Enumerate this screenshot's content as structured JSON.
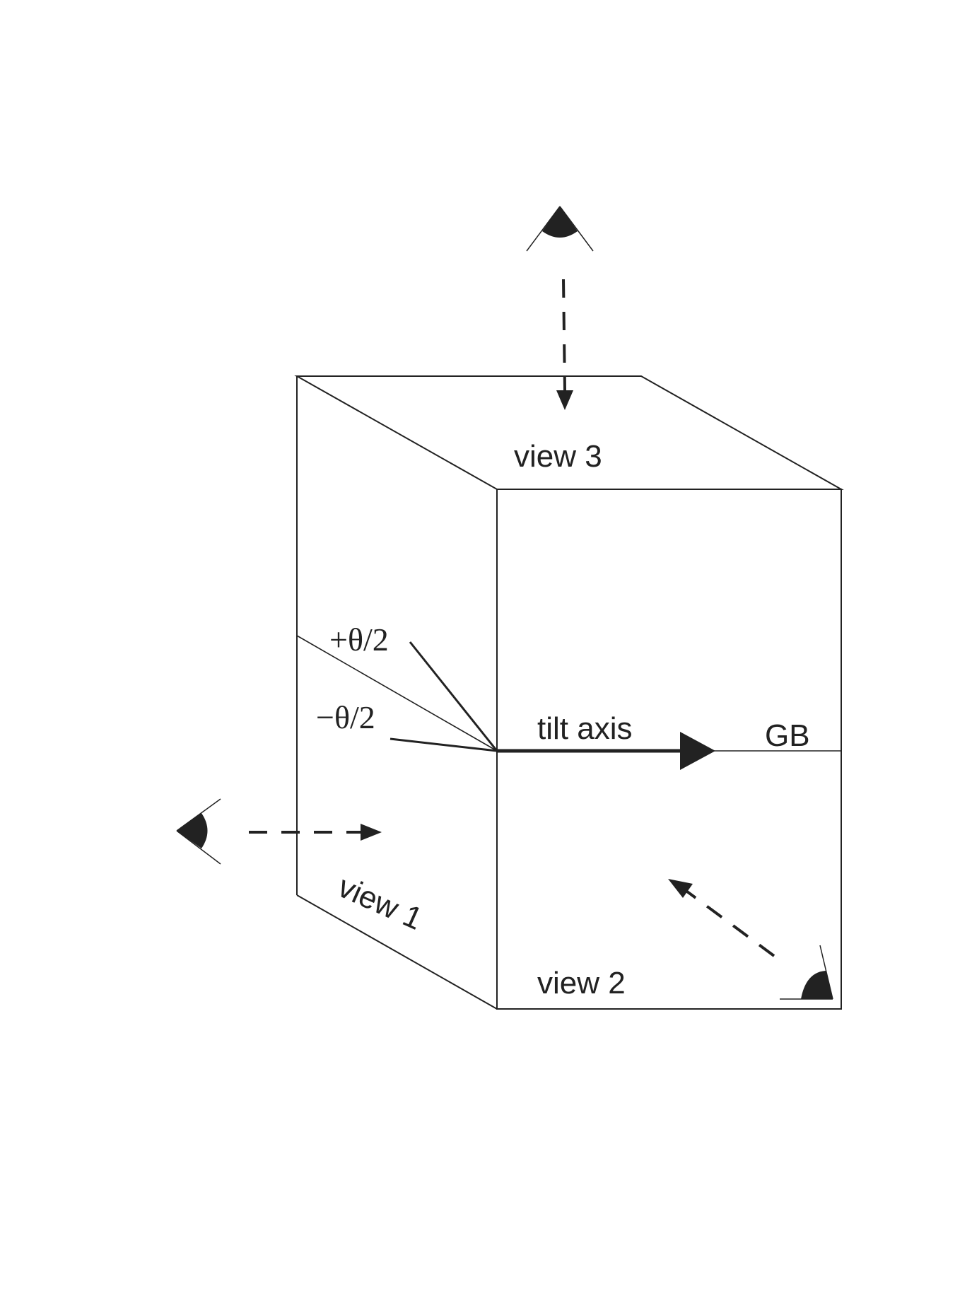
{
  "diagram": {
    "labels": {
      "view1": "view 1",
      "view2": "view 2",
      "view3": "view 3",
      "tilt_axis": "tilt axis",
      "gb": "GB",
      "plus_theta": "+θ/2",
      "minus_theta": "−θ/2"
    },
    "icons": {
      "observer_view1": "eye-icon",
      "observer_view2": "eye-icon",
      "observer_view3": "eye-icon"
    },
    "colors": {
      "line": "#222222",
      "background": "#ffffff"
    }
  }
}
